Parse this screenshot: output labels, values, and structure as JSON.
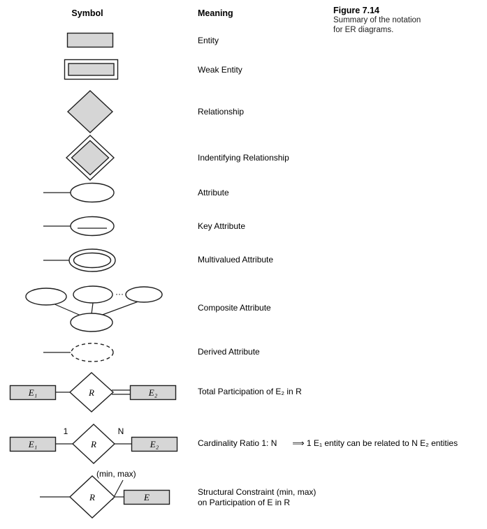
{
  "figure": {
    "title": "Figure 7.14",
    "caption1": "Summary of the notation",
    "caption2": "for ER diagrams."
  },
  "columns": {
    "symbol": "Symbol",
    "meaning": "Meaning"
  },
  "rows": [
    {
      "id": "entity",
      "meaning": "Entity"
    },
    {
      "id": "weak-entity",
      "meaning": "Weak Entity"
    },
    {
      "id": "relationship",
      "meaning": "Relationship"
    },
    {
      "id": "identifying-relationship",
      "meaning": "Indentifying Relationship"
    },
    {
      "id": "attribute",
      "meaning": "Attribute"
    },
    {
      "id": "key-attribute",
      "meaning": "Key Attribute"
    },
    {
      "id": "multivalued-attribute",
      "meaning": "Multivalued Attribute"
    },
    {
      "id": "composite-attribute",
      "meaning": "Composite Attribute",
      "labels": {
        "dots": "···"
      }
    },
    {
      "id": "derived-attribute",
      "meaning": "Derived Attribute"
    },
    {
      "id": "total-participation",
      "meaning": "Total Participation of E₂ in R",
      "labels": {
        "e1": "E₁",
        "r": "R",
        "e2": "E₂"
      }
    },
    {
      "id": "cardinality-ratio",
      "meaning": "Cardinality Ratio 1: N",
      "meaning2": "⟹ 1 E₁ entity can be related to N E₂ entities",
      "labels": {
        "e1": "E₁",
        "one": "1",
        "r": "R",
        "n": "N",
        "e2": "E₂"
      }
    },
    {
      "id": "structural-constraint",
      "meaning": "Structural Constraint (min, max)",
      "meaning2": "on Participation of E in R",
      "labels": {
        "r": "R",
        "minmax": "(min, max)",
        "e": "E"
      }
    }
  ],
  "colors": {
    "shape_fill": "#d6d6d6",
    "stroke": "#1f1f1f",
    "text": "#000000"
  }
}
